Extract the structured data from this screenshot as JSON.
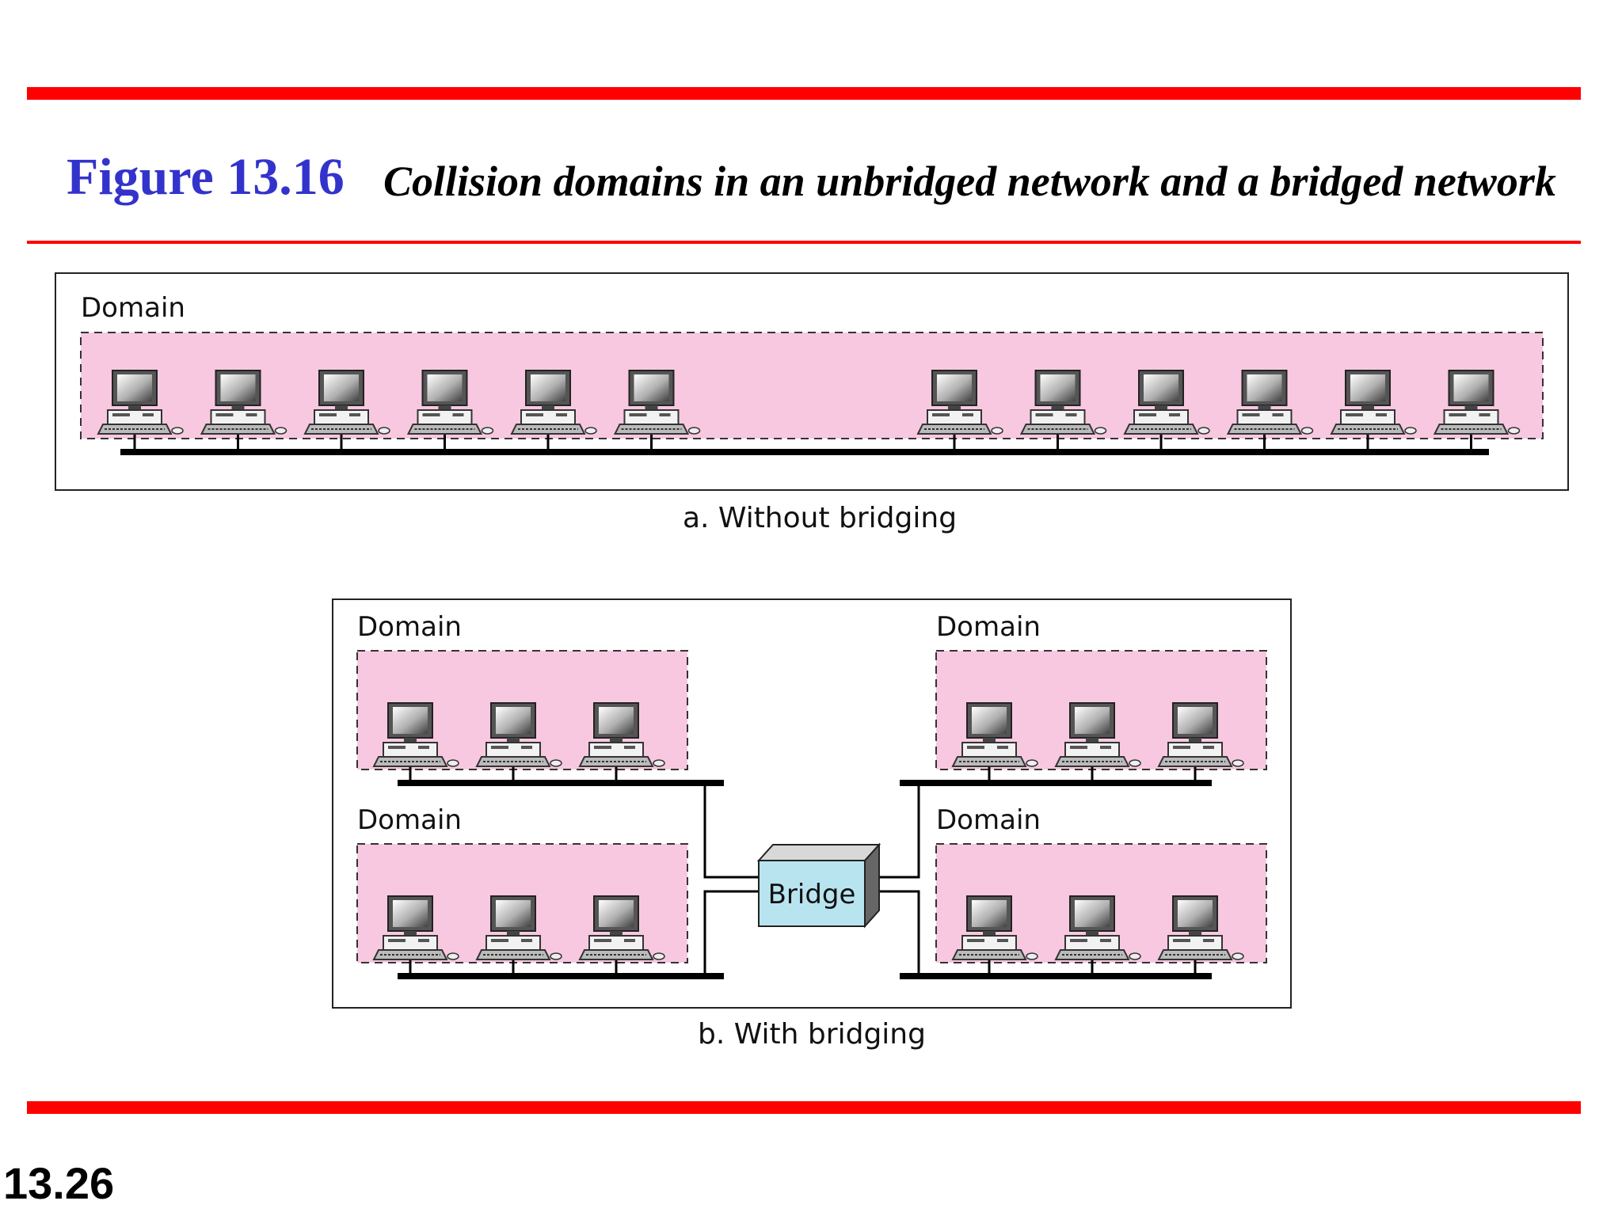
{
  "title": {
    "figure": "Figure 13.16",
    "caption": "Collision domains in an unbridged network and a bridged network"
  },
  "diagram_a": {
    "domain_label": "Domain",
    "caption": "a. Without bridging",
    "computers": 12
  },
  "diagram_b": {
    "domain_labels": [
      "Domain",
      "Domain",
      "Domain",
      "Domain"
    ],
    "bridge_label": "Bridge",
    "caption": "b. With bridging",
    "computers_per_domain": 3
  },
  "slide_number": "13.26",
  "colors": {
    "accent_rule": "#ff0000",
    "figure_title": "#3333cc",
    "domain_fill": "#f8c8e0",
    "bridge_fill": "#b8e4f0"
  }
}
